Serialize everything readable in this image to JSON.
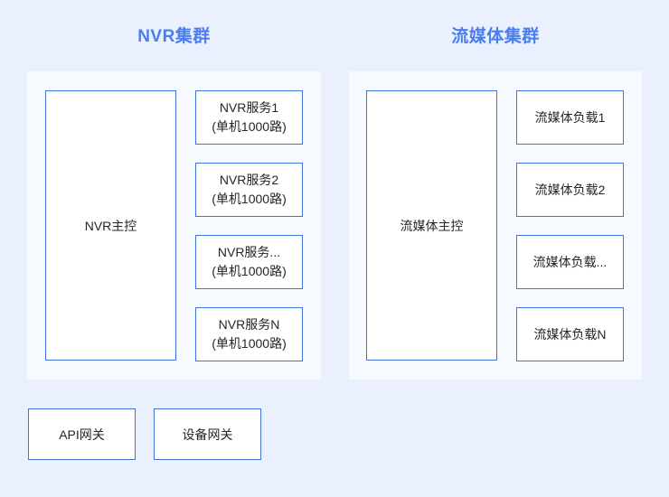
{
  "page": {
    "background_color": "#eaf0fd",
    "panel_color": "#f6f9fe",
    "box_border_color": "#4073d6",
    "title_color": "#4a7ef0",
    "text_color": "#262626"
  },
  "clusters": [
    {
      "id": "nvr-cluster",
      "title": "NVR集群",
      "master": {
        "label": "NVR主控"
      },
      "nodes": [
        {
          "line1": "NVR服务1",
          "line2": "(单机1000路)"
        },
        {
          "line1": "NVR服务2",
          "line2": "(单机1000路)"
        },
        {
          "line1": "NVR服务...",
          "line2": "(单机1000路)"
        },
        {
          "line1": "NVR服务N",
          "line2": "(单机1000路)"
        }
      ]
    },
    {
      "id": "media-cluster",
      "title": "流媒体集群",
      "master": {
        "label": "流媒体主控"
      },
      "nodes": [
        {
          "line1": "流媒体负载1",
          "line2": ""
        },
        {
          "line1": "流媒体负载2",
          "line2": ""
        },
        {
          "line1": "流媒体负载...",
          "line2": ""
        },
        {
          "line1": "流媒体负载N",
          "line2": ""
        }
      ]
    }
  ],
  "gateways": [
    {
      "label": "API网关"
    },
    {
      "label": "设备网关"
    }
  ]
}
